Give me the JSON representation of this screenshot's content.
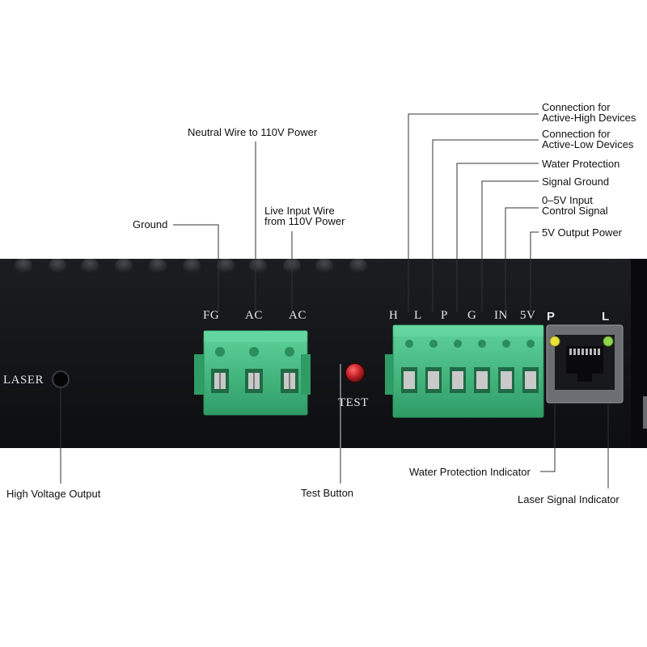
{
  "panel": {
    "laser_label": "LASER",
    "test_label": "TEST",
    "terminals_left": [
      "FG",
      "AC",
      "AC"
    ],
    "terminals_right": [
      "H",
      "L",
      "P",
      "G",
      "IN",
      "5V"
    ],
    "led_labels": [
      "P",
      "L"
    ]
  },
  "callouts": {
    "ground": "Ground",
    "neutral": "Neutral Wire to 110V Power",
    "live_1": "Live Input Wire",
    "live_2": "from 110V Power",
    "active_high_1": "Connection for",
    "active_high_2": "Active-High Devices",
    "active_low_1": "Connection for",
    "active_low_2": "Active-Low Devices",
    "water_protection": "Water Protection",
    "signal_ground": "Signal Ground",
    "control_1": "0–5V Input",
    "control_2": "Control Signal",
    "output_power": "5V Output Power",
    "high_voltage": "High Voltage Output",
    "test_button": "Test Button",
    "water_indicator": "Water Protection Indicator",
    "laser_indicator": "Laser Signal Indicator"
  },
  "colors": {
    "panel": "#141518",
    "terminal_green": "#3fb87d",
    "led_yellow": "#e8e23a",
    "led_green": "#8fd64a",
    "button_red": "#c8232a"
  }
}
